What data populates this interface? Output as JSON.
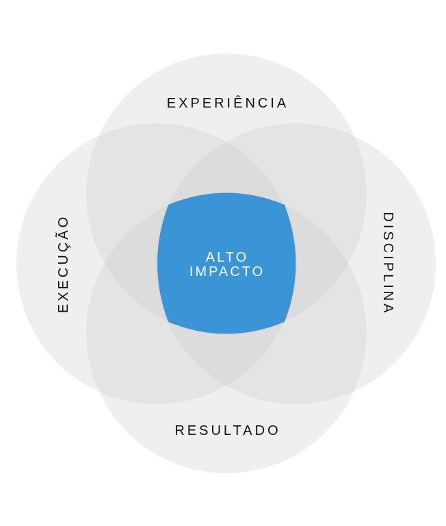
{
  "diagram": {
    "labels": {
      "top": "EXPERIÊNCIA",
      "left": "EXECUÇÃO",
      "right": "DISCIPLINA",
      "bottom": "RESULTADO"
    },
    "center": {
      "line1": "ALTO",
      "line2": "IMPACTO"
    }
  },
  "colors": {
    "circle": "#cccccc",
    "center": "#3a94d6",
    "label": "#111111",
    "center_text": "#ffffff"
  }
}
